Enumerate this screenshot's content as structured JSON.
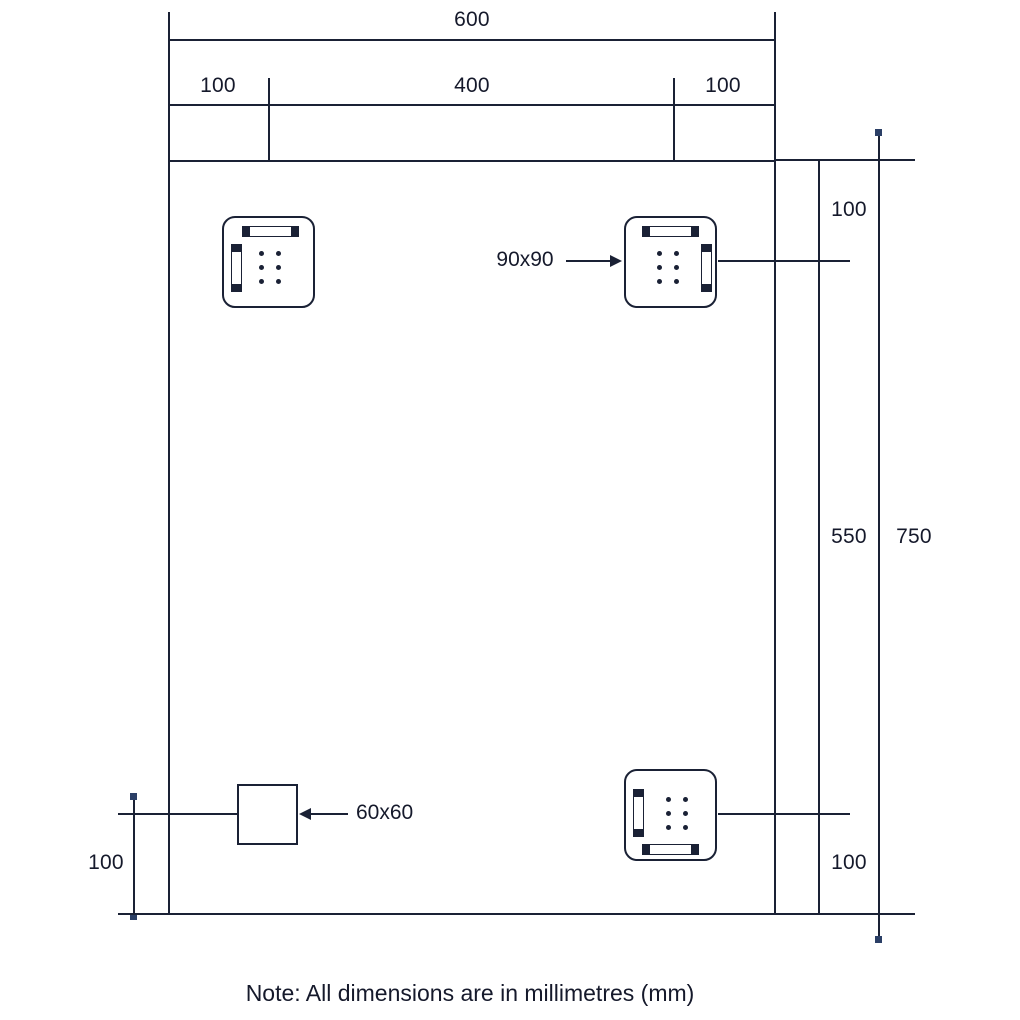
{
  "diagram": {
    "dimensions": {
      "total_width": "600",
      "left_offset": "100",
      "center_span": "400",
      "right_offset": "100",
      "right_top": "100",
      "right_middle": "550",
      "total_height": "750",
      "right_bottom": "100",
      "bottom_left": "100"
    },
    "callouts": {
      "bracket_size": "90x90",
      "block_size": "60x60"
    },
    "note": "Note: All dimensions are in millimetres (mm)",
    "colors": {
      "line": "#1a2135",
      "text": "#15192b",
      "marker": "#2b3f66"
    }
  }
}
